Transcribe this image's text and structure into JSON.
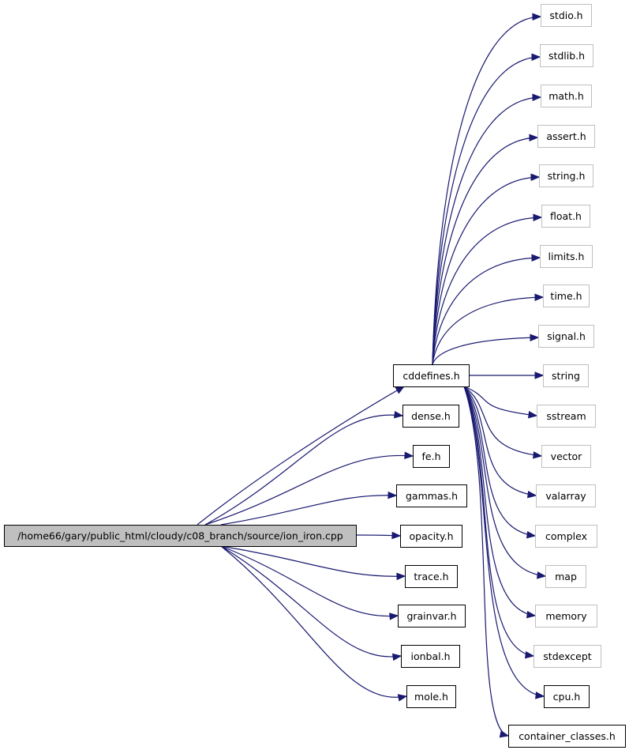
{
  "root": {
    "label": "/home66/gary/public_html/cloudy/c08_branch/source/ion_iron.cpp"
  },
  "hub": {
    "label": "cddefines.h"
  },
  "root_children": [
    {
      "id": "dense",
      "label": "dense.h"
    },
    {
      "id": "fe",
      "label": "fe.h"
    },
    {
      "id": "gammas",
      "label": "gammas.h"
    },
    {
      "id": "opacity",
      "label": "opacity.h"
    },
    {
      "id": "trace",
      "label": "trace.h"
    },
    {
      "id": "grainvar",
      "label": "grainvar.h"
    },
    {
      "id": "ionbal",
      "label": "ionbal.h"
    },
    {
      "id": "mole",
      "label": "mole.h"
    }
  ],
  "hub_children": [
    {
      "id": "stdio",
      "label": "stdio.h"
    },
    {
      "id": "stdlib",
      "label": "stdlib.h"
    },
    {
      "id": "math",
      "label": "math.h"
    },
    {
      "id": "assert",
      "label": "assert.h"
    },
    {
      "id": "string_h",
      "label": "string.h"
    },
    {
      "id": "float",
      "label": "float.h"
    },
    {
      "id": "limits",
      "label": "limits.h"
    },
    {
      "id": "time",
      "label": "time.h"
    },
    {
      "id": "signal",
      "label": "signal.h"
    },
    {
      "id": "string",
      "label": "string"
    },
    {
      "id": "sstream",
      "label": "sstream"
    },
    {
      "id": "vector",
      "label": "vector"
    },
    {
      "id": "valarray",
      "label": "valarray"
    },
    {
      "id": "complex",
      "label": "complex"
    },
    {
      "id": "map",
      "label": "map"
    },
    {
      "id": "memory",
      "label": "memory"
    },
    {
      "id": "stdexcept",
      "label": "stdexcept"
    },
    {
      "id": "cpu",
      "label": "cpu.h"
    },
    {
      "id": "container_classes",
      "label": "container_classes.h"
    }
  ]
}
